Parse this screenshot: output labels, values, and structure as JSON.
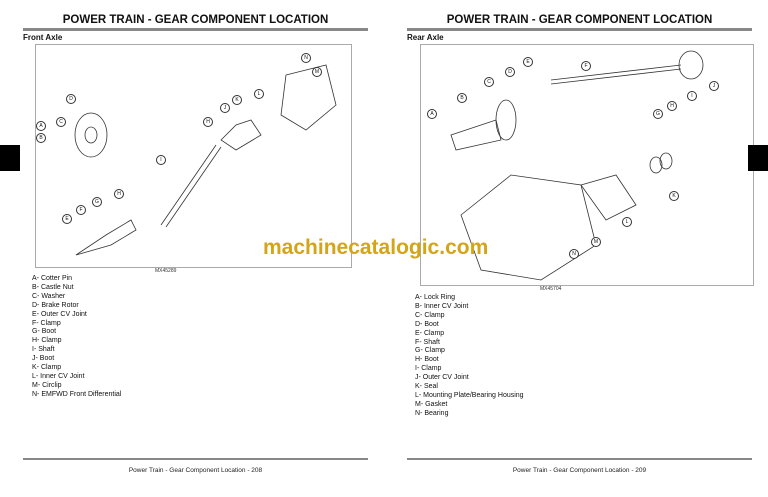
{
  "left_page": {
    "title": "POWER TRAIN - GEAR   COMPONENT LOCATION",
    "section": "Front Axle",
    "figure_id": "MX45289",
    "callouts": [
      "N",
      "M",
      "L",
      "K",
      "J",
      "D",
      "C",
      "A",
      "B",
      "H",
      "I",
      "H",
      "G",
      "F",
      "E"
    ],
    "legend": [
      "A- Cotter Pin",
      "B- Castle Nut",
      "C- Washer",
      "D- Brake Rotor",
      "E- Outer CV Joint",
      "F- Clamp",
      "G- Boot",
      "H- Clamp",
      "I- Shaft",
      "J- Boot",
      "K- Clamp",
      "L- Inner CV Joint",
      "M- Circlip",
      "N- EMFWD Front Differential"
    ],
    "footer": "Power Train - Gear   Component Location  - 208"
  },
  "right_page": {
    "title": "POWER TRAIN - GEAR   COMPONENT LOCATION",
    "section": "Rear Axle",
    "figure_id": "MX45704",
    "callouts": [
      "E",
      "F",
      "D",
      "C",
      "B",
      "A",
      "J",
      "I",
      "H",
      "G",
      "K",
      "L",
      "M",
      "N"
    ],
    "legend": [
      "A- Lock Ring",
      "B- Inner CV Joint",
      "C- Clamp",
      "D- Boot",
      "E- Clamp",
      "F- Shaft",
      "G- Clamp",
      "H- Boot",
      "I- Clamp",
      "J- Outer CV Joint",
      "K- Seal",
      "L- Mounting Plate/Bearing Housing",
      "M- Gasket",
      "N- Bearing"
    ],
    "footer": "Power Train - Gear   Component Location  - 209"
  },
  "watermark": "machinecatalogic.com"
}
